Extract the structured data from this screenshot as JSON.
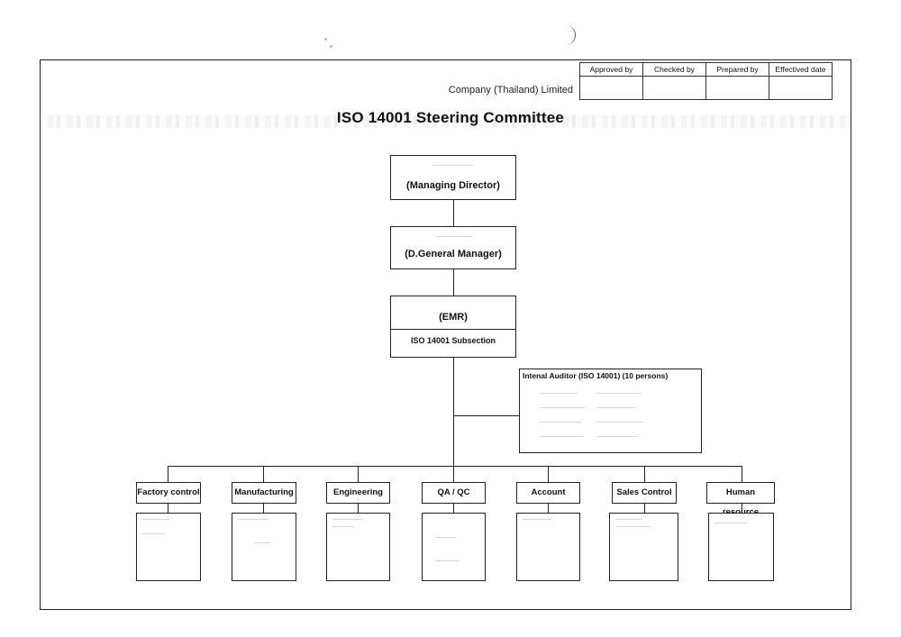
{
  "header": {
    "company": "Company (Thailand) Limited",
    "approval_columns": [
      "Approved by",
      "Checked by",
      "Prepared by",
      "Effectived date"
    ]
  },
  "title": "ISO 14001 Steering Committee",
  "chart": {
    "managing_director": "(Managing Director)",
    "general_manager": "(D.General Manager)",
    "emr": "(EMR)",
    "subsection": "ISO 14001 Subsection",
    "internal_auditor": "Intenal Auditor (ISO 14001)  (10 persons)"
  },
  "departments": [
    "Factory control",
    "Manufacturing",
    "Engineering",
    "QA / QC",
    "Account",
    "Sales Control",
    "Human resource"
  ]
}
